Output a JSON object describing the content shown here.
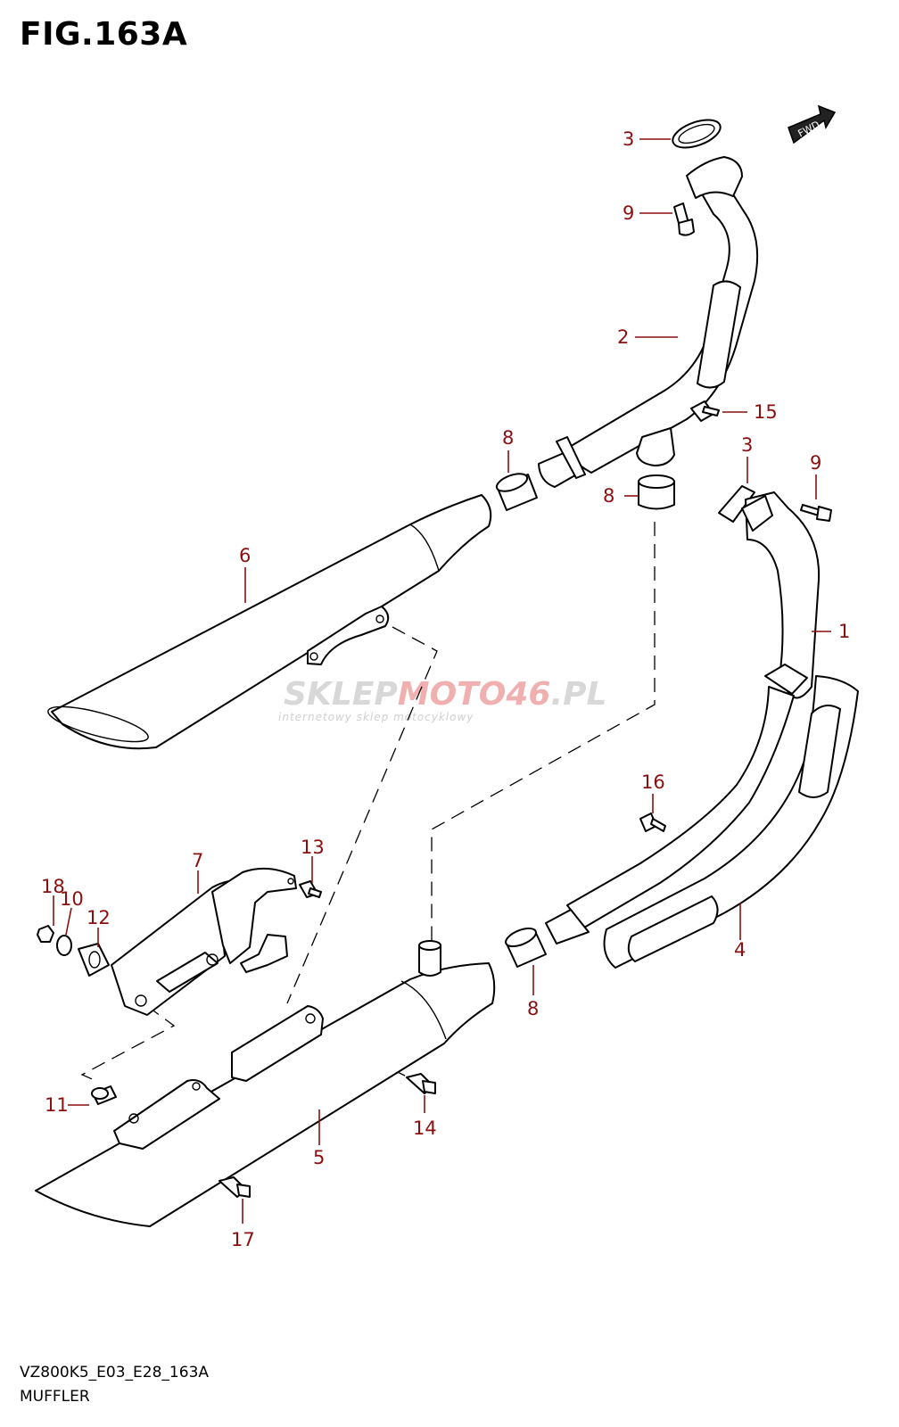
{
  "figure": {
    "title": "FIG.163A"
  },
  "footer": {
    "code": "VZ800K5_E03_E28_163A",
    "name": "MUFFLER"
  },
  "watermark": {
    "brand_a": "SKLEP",
    "brand_b": "MOTO46",
    "brand_c": ".PL",
    "tagline": "internetowy sklep motocyklowy"
  },
  "fwd_label": "FWD",
  "colors": {
    "callout": "#8a0f0f",
    "line": "#000000"
  },
  "callouts": [
    {
      "id": "c1",
      "label": "1"
    },
    {
      "id": "c2",
      "label": "2"
    },
    {
      "id": "c3a",
      "label": "3"
    },
    {
      "id": "c3b",
      "label": "3"
    },
    {
      "id": "c4",
      "label": "4"
    },
    {
      "id": "c5",
      "label": "5"
    },
    {
      "id": "c6",
      "label": "6"
    },
    {
      "id": "c7",
      "label": "7"
    },
    {
      "id": "c8a",
      "label": "8"
    },
    {
      "id": "c8b",
      "label": "8"
    },
    {
      "id": "c8c",
      "label": "8"
    },
    {
      "id": "c9a",
      "label": "9"
    },
    {
      "id": "c9b",
      "label": "9"
    },
    {
      "id": "c10",
      "label": "10"
    },
    {
      "id": "c11",
      "label": "11"
    },
    {
      "id": "c12",
      "label": "12"
    },
    {
      "id": "c13",
      "label": "13"
    },
    {
      "id": "c14",
      "label": "14"
    },
    {
      "id": "c15",
      "label": "15"
    },
    {
      "id": "c16",
      "label": "16"
    },
    {
      "id": "c17",
      "label": "17"
    },
    {
      "id": "c18",
      "label": "18"
    }
  ]
}
